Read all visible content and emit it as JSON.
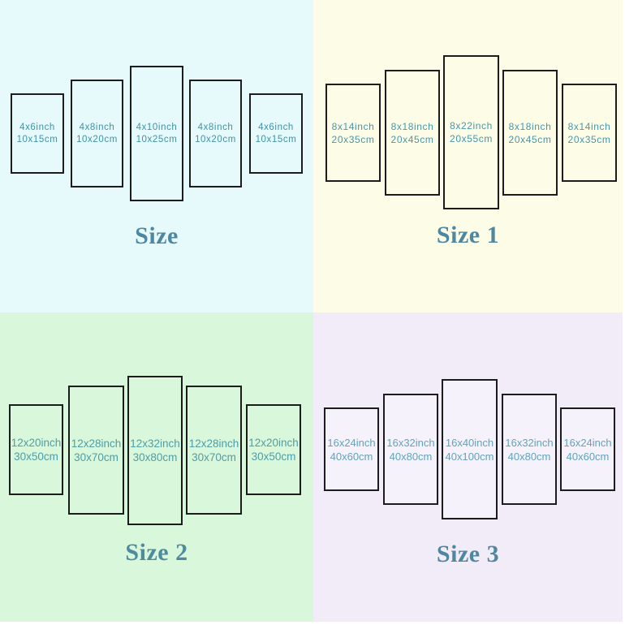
{
  "panel_border_color": "#1c1c1c",
  "quadrants": [
    {
      "title": "Size",
      "colors": {
        "bg": "#e6fafc",
        "panel_bg": "#e6fafc",
        "text": "#3f93a6",
        "title": "#4d87a1"
      },
      "panels": [
        {
          "inch": "4x6inch",
          "cm": "10x15cm"
        },
        {
          "inch": "4x8inch",
          "cm": "10x20cm"
        },
        {
          "inch": "4x10inch",
          "cm": "10x25cm"
        },
        {
          "inch": "4x8inch",
          "cm": "10x20cm"
        },
        {
          "inch": "4x6inch",
          "cm": "10x15cm"
        }
      ]
    },
    {
      "title": "Size 1",
      "colors": {
        "bg": "#fdfce7",
        "panel_bg": "#fdfce7",
        "text": "#4598ab",
        "title": "#4d87a1"
      },
      "panels": [
        {
          "inch": "8x14inch",
          "cm": "20x35cm"
        },
        {
          "inch": "8x18inch",
          "cm": "20x45cm"
        },
        {
          "inch": "8x22inch",
          "cm": "20x55cm"
        },
        {
          "inch": "8x18inch",
          "cm": "20x45cm"
        },
        {
          "inch": "8x14inch",
          "cm": "20x35cm"
        }
      ]
    },
    {
      "title": "Size 2",
      "colors": {
        "bg": "#d9f7db",
        "panel_bg": "#d9f7db",
        "text": "#4f9da6",
        "title": "#4f8b9f"
      },
      "panels": [
        {
          "inch": "12x20inch",
          "cm": "30x50cm"
        },
        {
          "inch": "12x28inch",
          "cm": "30x70cm"
        },
        {
          "inch": "12x32inch",
          "cm": "30x80cm"
        },
        {
          "inch": "12x28inch",
          "cm": "30x70cm"
        },
        {
          "inch": "12x20inch",
          "cm": "30x50cm"
        }
      ]
    },
    {
      "title": "Size 3",
      "colors": {
        "bg": "#f2ecf8",
        "panel_bg": "#f6f2fb",
        "text": "#61a3bb",
        "title": "#4d87a1"
      },
      "panels": [
        {
          "inch": "16x24inch",
          "cm": "40x60cm"
        },
        {
          "inch": "16x32inch",
          "cm": "40x80cm"
        },
        {
          "inch": "16x40inch",
          "cm": "40x100cm"
        },
        {
          "inch": "16x32inch",
          "cm": "40x80cm"
        },
        {
          "inch": "16x24inch",
          "cm": "40x60cm"
        }
      ]
    }
  ]
}
